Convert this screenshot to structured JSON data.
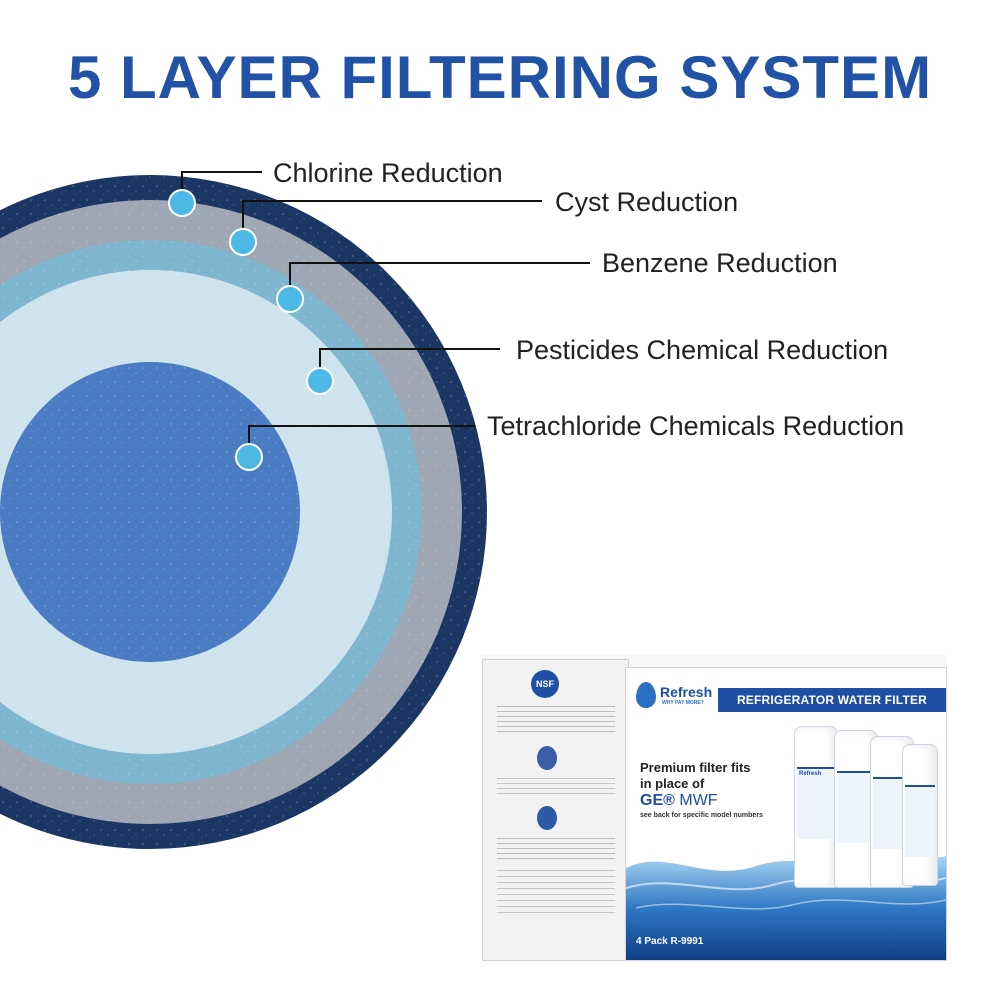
{
  "title": "5 LAYER FILTERING SYSTEM",
  "colors": {
    "title": "#2152a6",
    "layer_outer": "#1c3664",
    "layer_gray": "#9ea7b3",
    "layer_teal": "#7fb6cf",
    "layer_light": "#cfe3ef",
    "layer_core": "#4a7cc4",
    "marker": "#4cb9e6"
  },
  "layers": [
    {
      "label": "Chlorine Reduction"
    },
    {
      "label": "Cyst Reduction"
    },
    {
      "label": "Benzene Reduction"
    },
    {
      "label": "Pesticides Chemical Reduction"
    },
    {
      "label": "Tetrachloride Chemicals Reduction"
    }
  ],
  "product_box": {
    "brand": "Refresh",
    "tagline": "WHY PAY MORE?",
    "banner": "REFRIGERATOR WATER FILTER",
    "premium_line1": "Premium filter fits",
    "premium_line2": "in place of",
    "model_brand": "GE®",
    "model_name": "MWF",
    "see_back": "see back for specific model numbers",
    "pack": "4 Pack R-9991",
    "nsf_badge": "NSF",
    "cartridge_brand": "Refresh"
  }
}
